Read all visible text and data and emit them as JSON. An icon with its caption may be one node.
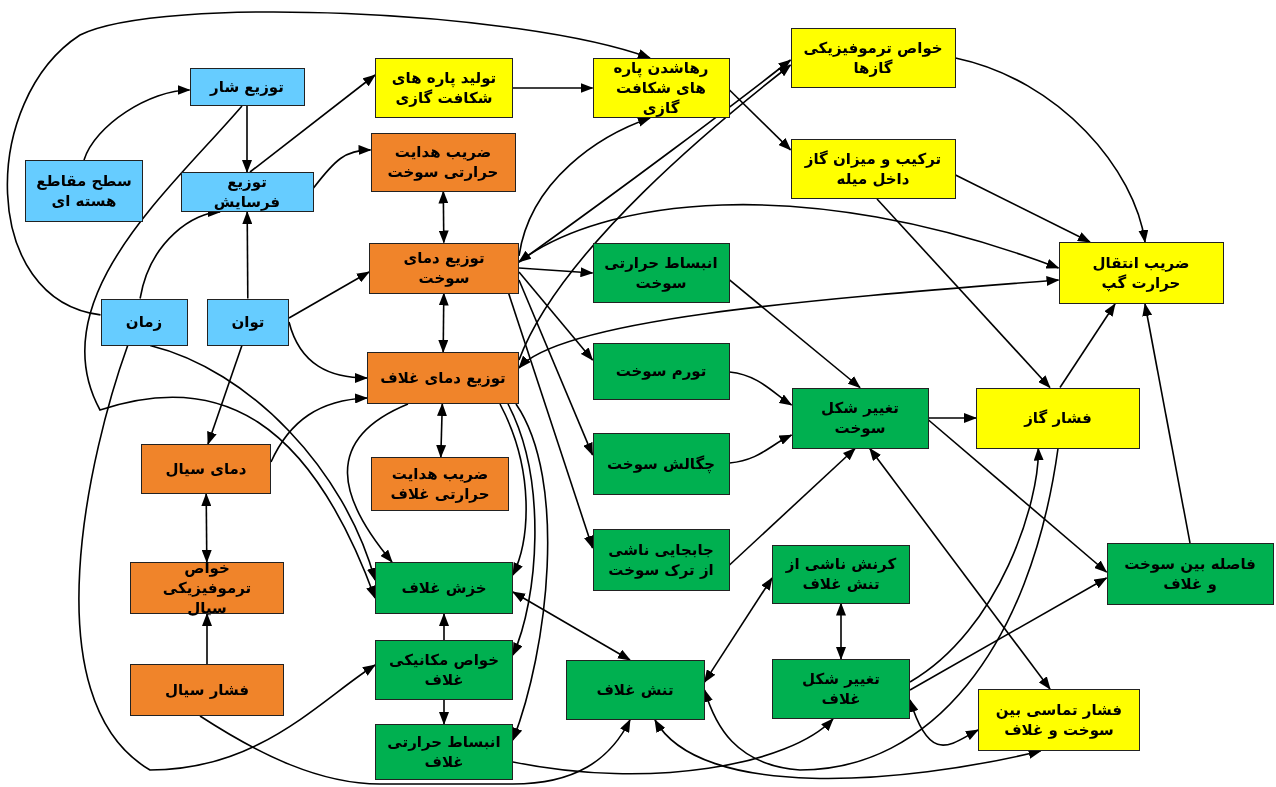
{
  "diagram": {
    "nodes": [
      {
        "text": [
          "توزیع شار"
        ]
      },
      {
        "text": [
          "سطح مقاطع هسته ای"
        ]
      },
      {
        "text": [
          "توزیع فرسایش"
        ]
      },
      {
        "text": [
          "زمان"
        ]
      },
      {
        "text": [
          "توان"
        ]
      },
      {
        "text": [
          "تولید پاره های شکافت گازی"
        ]
      },
      {
        "text": [
          "رهاشدن پاره های شکافت گازی"
        ]
      },
      {
        "text": [
          "خواص ترموفیزیکی گازها"
        ]
      },
      {
        "text": [
          "ترکیب و میزان گاز داخل میله"
        ]
      },
      {
        "text": [
          "ضریب انتقال حرارت گپ"
        ]
      },
      {
        "text": [
          "ضریب هدایت حرارتی سوخت"
        ]
      },
      {
        "text": [
          "توزیع دمای سوخت"
        ]
      },
      {
        "text": [
          "توزیع دمای غلاف"
        ]
      },
      {
        "text": [
          "ضریب هدایت حرارتی غلاف"
        ]
      },
      {
        "text": [
          "دمای سیال"
        ]
      },
      {
        "text": [
          "خواص ترموفیزیکی سیال"
        ]
      },
      {
        "text": [
          "فشار سیال"
        ]
      },
      {
        "text": [
          "انبساط حرارتی سوخت"
        ]
      },
      {
        "text": [
          "تورم سوخت"
        ]
      },
      {
        "text": [
          "چگالش سوخت"
        ]
      },
      {
        "text": [
          "جابجایی ناشی از ترک سوخت"
        ]
      },
      {
        "text": [
          "تغییر شکل سوخت"
        ]
      },
      {
        "text": [
          "فشار گاز"
        ]
      },
      {
        "text": [
          "خزش غلاف"
        ]
      },
      {
        "text": [
          "خواص مکانیکی غلاف"
        ]
      },
      {
        "text": [
          "انبساط حرارتی غلاف"
        ]
      },
      {
        "text": [
          "تنش غلاف"
        ]
      },
      {
        "text": [
          "کرنش ناشی از تنش غلاف"
        ]
      },
      {
        "text": [
          "تغییر شکل غلاف"
        ]
      },
      {
        "text": [
          "فاصله بین سوخت و غلاف"
        ]
      },
      {
        "text": [
          "فشار تماسی بین سوخت و غلاف"
        ]
      }
    ],
    "edges": [
      {
        "from": 1,
        "to": 0,
        "arrow": "to"
      },
      {
        "from": 0,
        "to": 2,
        "arrow": "to"
      },
      {
        "from": 4,
        "to": 2,
        "arrow": "to"
      },
      {
        "from": 3,
        "to": 2,
        "arrow": "to"
      },
      {
        "from": 2,
        "to": 5,
        "arrow": "to"
      },
      {
        "from": 2,
        "to": 10,
        "arrow": "to"
      },
      {
        "from": 5,
        "to": 6,
        "arrow": "to"
      },
      {
        "from": 3,
        "to": 6,
        "arrow": "to"
      },
      {
        "from": 6,
        "to": 8,
        "arrow": "to"
      },
      {
        "from": 7,
        "to": 9,
        "arrow": "to"
      },
      {
        "from": 8,
        "to": 9,
        "arrow": "to"
      },
      {
        "from": 8,
        "to": 22,
        "arrow": "to"
      },
      {
        "from": 10,
        "to": 11,
        "arrow": "both"
      },
      {
        "from": 11,
        "to": 12,
        "arrow": "both"
      },
      {
        "from": 12,
        "to": 13,
        "arrow": "both"
      },
      {
        "from": 4,
        "to": 11,
        "arrow": "to"
      },
      {
        "from": 4,
        "to": 12,
        "arrow": "to"
      },
      {
        "from": 11,
        "to": 17,
        "arrow": "to"
      },
      {
        "from": 11,
        "to": 18,
        "arrow": "to"
      },
      {
        "from": 11,
        "to": 19,
        "arrow": "to"
      },
      {
        "from": 11,
        "to": 20,
        "arrow": "to"
      },
      {
        "from": 11,
        "to": 9,
        "arrow": "both"
      },
      {
        "from": 9,
        "to": 12,
        "arrow": "both"
      },
      {
        "from": 11,
        "to": 6,
        "arrow": "to"
      },
      {
        "from": 11,
        "to": 7,
        "arrow": "to"
      },
      {
        "from": 12,
        "to": 7,
        "arrow": "to"
      },
      {
        "from": 12,
        "to": 23,
        "arrow": "to"
      },
      {
        "from": 12,
        "to": 23,
        "arrow": "to"
      },
      {
        "from": 12,
        "to": 24,
        "arrow": "to"
      },
      {
        "from": 12,
        "to": 25,
        "arrow": "to"
      },
      {
        "from": 14,
        "to": 12,
        "arrow": "to"
      },
      {
        "from": 4,
        "to": 14,
        "arrow": "to"
      },
      {
        "from": 14,
        "to": 15,
        "arrow": "both"
      },
      {
        "from": 16,
        "to": 15,
        "arrow": "to"
      },
      {
        "from": 0,
        "to": 23,
        "arrow": "to"
      },
      {
        "from": 3,
        "to": 23,
        "arrow": "to"
      },
      {
        "from": 3,
        "to": 24,
        "arrow": "to"
      },
      {
        "from": 16,
        "to": 26,
        "arrow": "to"
      },
      {
        "from": 24,
        "to": 23,
        "arrow": "to"
      },
      {
        "from": 24,
        "to": 25,
        "arrow": "to"
      },
      {
        "from": 23,
        "to": 26,
        "arrow": "both"
      },
      {
        "from": 25,
        "to": 28,
        "arrow": "to"
      },
      {
        "from": 26,
        "to": 27,
        "arrow": "both"
      },
      {
        "from": 27,
        "to": 28,
        "arrow": "both"
      },
      {
        "from": 17,
        "to": 21,
        "arrow": "to"
      },
      {
        "from": 18,
        "to": 21,
        "arrow": "to"
      },
      {
        "from": 19,
        "to": 21,
        "arrow": "to"
      },
      {
        "from": 20,
        "to": 21,
        "arrow": "to"
      },
      {
        "from": 21,
        "to": 22,
        "arrow": "to"
      },
      {
        "from": 21,
        "to": 29,
        "arrow": "to"
      },
      {
        "from": 21,
        "to": 30,
        "arrow": "both"
      },
      {
        "from": 22,
        "to": 9,
        "arrow": "to"
      },
      {
        "from": 29,
        "to": 9,
        "arrow": "to"
      },
      {
        "from": 28,
        "to": 22,
        "arrow": "to"
      },
      {
        "from": 22,
        "to": 26,
        "arrow": "to"
      },
      {
        "from": 28,
        "to": 29,
        "arrow": "to"
      },
      {
        "from": 28,
        "to": 30,
        "arrow": "both"
      },
      {
        "from": 26,
        "to": 30,
        "arrow": "both"
      }
    ]
  }
}
